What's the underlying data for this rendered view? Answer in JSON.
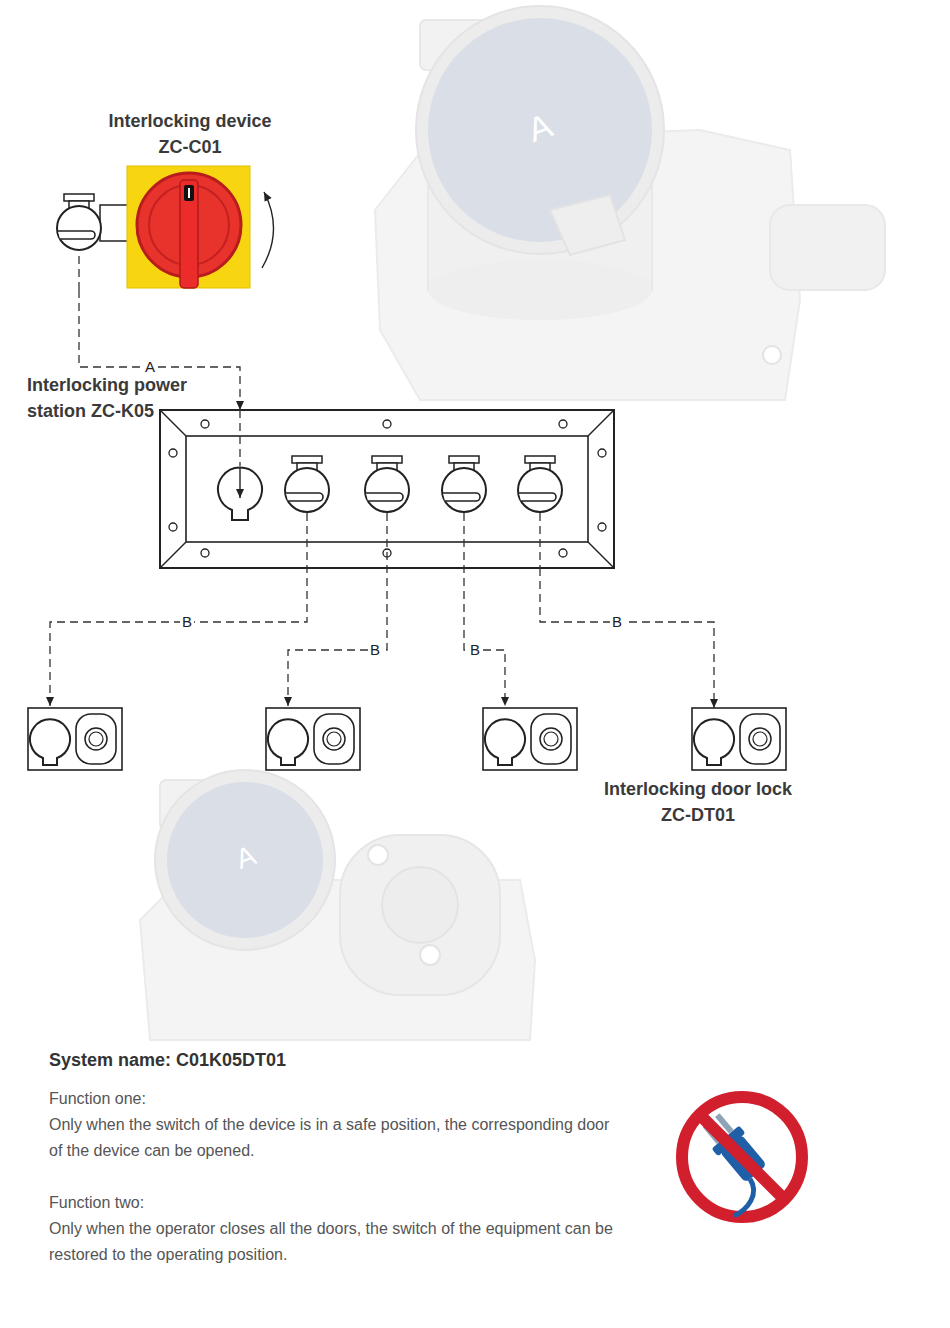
{
  "diagram": {
    "nodes": [
      {
        "text": [
          "Interlocking device ZC-C01"
        ]
      },
      {
        "text": [
          "Interlocking power station ZC-K05"
        ]
      },
      {
        "text": [
          "Interlocking door lock ZC-DT01"
        ]
      }
    ],
    "edges": [
      {
        "from": 0,
        "to": 1,
        "label": "A",
        "arrow": "to"
      },
      {
        "from": 1,
        "to": 2,
        "label": "B",
        "arrow": "to"
      }
    ],
    "labels": [
      "A",
      "A",
      "B",
      "B",
      "B",
      "System name: C01K05DT01",
      "Function one:",
      "Only when the switch of the device is in a safe position, the corresponding door of the device can be opened.",
      "Function two:",
      "Only when the operator closes all the doors, the switch of the equipment can be restored to the operating position."
    ]
  }
}
